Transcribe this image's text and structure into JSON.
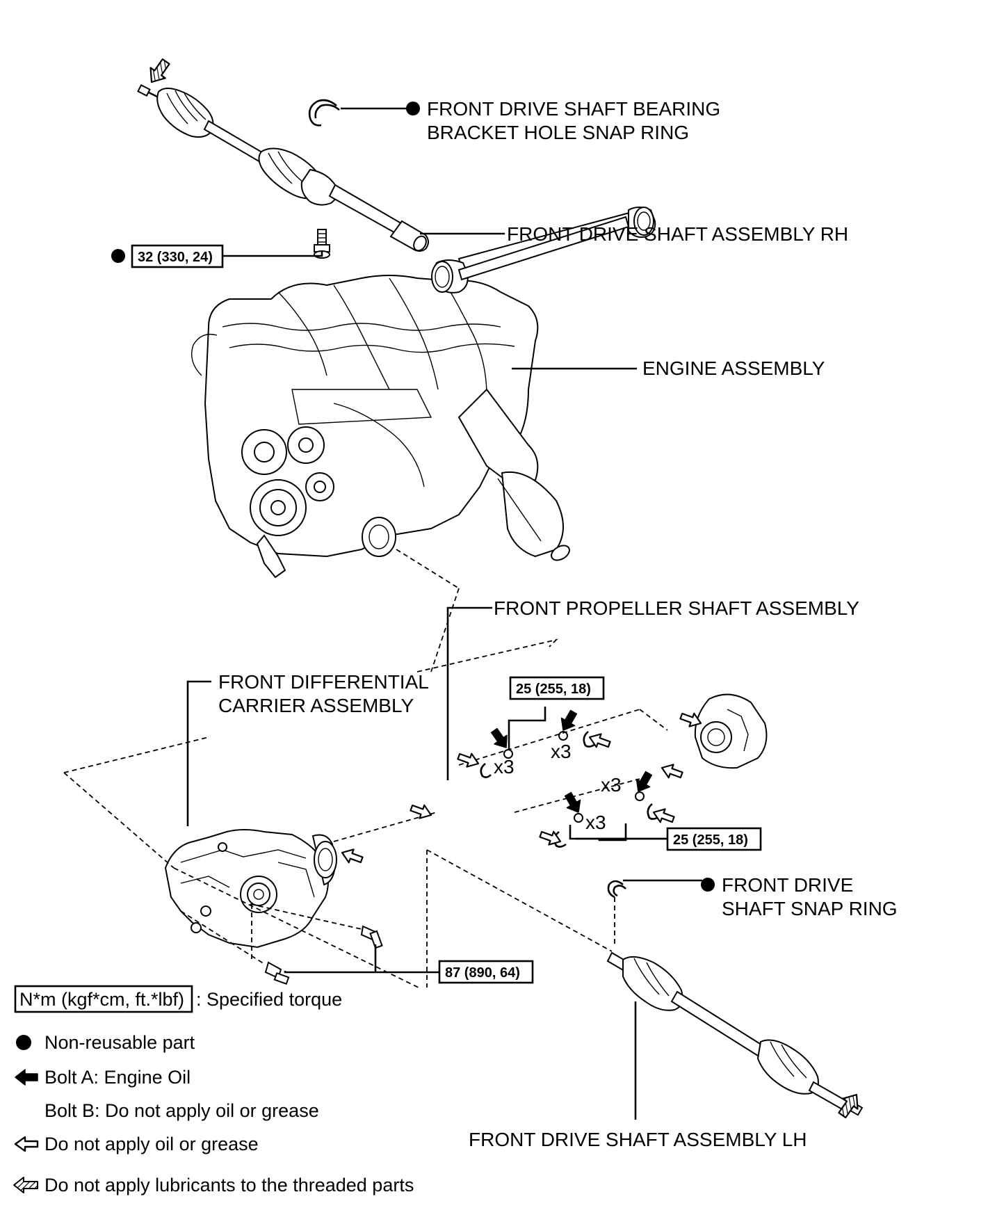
{
  "labels": {
    "snap_ring_bracket_line1": "FRONT DRIVE SHAFT BEARING",
    "snap_ring_bracket_line2": "BRACKET HOLE SNAP RING",
    "drive_shaft_rh": "FRONT DRIVE SHAFT ASSEMBLY RH",
    "engine": "ENGINE ASSEMBLY",
    "propeller_shaft": "FRONT PROPELLER SHAFT ASSEMBLY",
    "differential_line1": "FRONT DIFFERENTIAL",
    "differential_line2": "CARRIER ASSEMBLY",
    "snap_ring_shaft_line1": "FRONT DRIVE",
    "snap_ring_shaft_line2": "SHAFT SNAP RING",
    "drive_shaft_lh": "FRONT DRIVE SHAFT ASSEMBLY LH"
  },
  "torques": {
    "bracket_bolt": "32 (330, 24)",
    "propeller_front": "25 (255, 18)",
    "propeller_rear": "25 (255, 18)",
    "differential_bolts": "87 (890, 64)"
  },
  "quantities": {
    "q1": "x3",
    "q2": "x3",
    "q3": "x3",
    "q4": "x3"
  },
  "legend": {
    "torque_units": "N*m (kgf*cm, ft.*lbf)",
    "torque_desc": ": Specified torque",
    "non_reusable": "Non-reusable part",
    "bolt_a": "Bolt A: Engine Oil",
    "bolt_b": "Bolt B: Do not apply oil or grease",
    "no_oil": "Do not apply oil or grease",
    "no_lubricant": "Do not apply lubricants to the threaded parts"
  },
  "icons": {
    "non_reusable": "filled-circle-icon",
    "bolt_a": "solid-arrow-icon",
    "no_oil": "outline-arrow-icon",
    "no_lubricant": "hatched-arrow-icon"
  }
}
